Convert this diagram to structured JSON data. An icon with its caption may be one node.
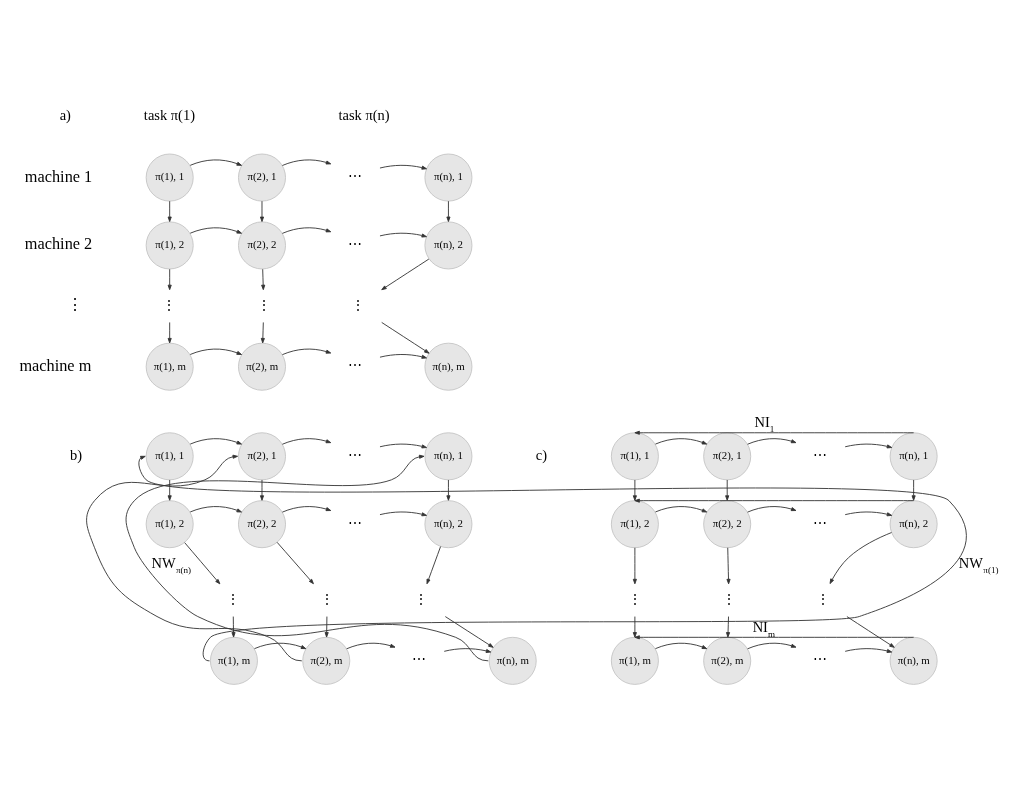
{
  "diagram": {
    "nodes": [
      {
        "text": [
          "π(1), 1"
        ]
      },
      {
        "text": [
          "π(2), 1"
        ]
      },
      {
        "text": [
          "⋯"
        ]
      },
      {
        "text": [
          "π(n), 1"
        ]
      },
      {
        "text": [
          "π(1), 2"
        ]
      },
      {
        "text": [
          "π(2), 2"
        ]
      },
      {
        "text": [
          "⋯"
        ]
      },
      {
        "text": [
          "π(n), 2"
        ]
      },
      {
        "text": [
          "⋮"
        ]
      },
      {
        "text": [
          "⋮"
        ]
      },
      {
        "text": [
          "⋮"
        ]
      },
      {
        "text": [
          "π(1), m"
        ]
      },
      {
        "text": [
          "π(2), m"
        ]
      },
      {
        "text": [
          "⋯"
        ]
      },
      {
        "text": [
          "π(n), m"
        ]
      },
      {
        "text": [
          "π(1), 1"
        ]
      },
      {
        "text": [
          "π(2), 1"
        ]
      },
      {
        "text": [
          "⋯"
        ]
      },
      {
        "text": [
          "π(n), 1"
        ]
      },
      {
        "text": [
          "π(1), 2"
        ]
      },
      {
        "text": [
          "π(2), 2"
        ]
      },
      {
        "text": [
          "⋯"
        ]
      },
      {
        "text": [
          "π(n), 2"
        ]
      },
      {
        "text": [
          "⋮"
        ]
      },
      {
        "text": [
          "⋮"
        ]
      },
      {
        "text": [
          "⋮"
        ]
      },
      {
        "text": [
          "π(1), m"
        ]
      },
      {
        "text": [
          "π(2), m"
        ]
      },
      {
        "text": [
          "⋯"
        ]
      },
      {
        "text": [
          "π(n), m"
        ]
      },
      {
        "text": [
          "π(1), 1"
        ]
      },
      {
        "text": [
          "π(2), 1"
        ]
      },
      {
        "text": [
          "⋯"
        ]
      },
      {
        "text": [
          "π(n), 1"
        ]
      },
      {
        "text": [
          "π(1), 2"
        ]
      },
      {
        "text": [
          "π(2), 2"
        ]
      },
      {
        "text": [
          "⋯"
        ]
      },
      {
        "text": [
          "π(n), 2"
        ]
      },
      {
        "text": [
          "⋮"
        ]
      },
      {
        "text": [
          "⋮"
        ]
      },
      {
        "text": [
          "⋮"
        ]
      },
      {
        "text": [
          "π(1), m"
        ]
      },
      {
        "text": [
          "π(2), m"
        ]
      },
      {
        "text": [
          "⋯"
        ]
      },
      {
        "text": [
          "π(n), m"
        ]
      }
    ],
    "edges": [
      {
        "from": 0,
        "to": 1,
        "arrow": "to"
      },
      {
        "from": 1,
        "to": 2,
        "arrow": "to"
      },
      {
        "from": 2,
        "to": 3,
        "arrow": "to"
      },
      {
        "from": 4,
        "to": 5,
        "arrow": "to"
      },
      {
        "from": 5,
        "to": 6,
        "arrow": "to"
      },
      {
        "from": 6,
        "to": 7,
        "arrow": "to"
      },
      {
        "from": 11,
        "to": 12,
        "arrow": "to"
      },
      {
        "from": 12,
        "to": 13,
        "arrow": "to"
      },
      {
        "from": 13,
        "to": 14,
        "arrow": "to"
      },
      {
        "from": 0,
        "to": 4,
        "arrow": "to"
      },
      {
        "from": 4,
        "to": 8,
        "arrow": "to"
      },
      {
        "from": 8,
        "to": 11,
        "arrow": "to"
      },
      {
        "from": 1,
        "to": 5,
        "arrow": "to"
      },
      {
        "from": 5,
        "to": 9,
        "arrow": "to"
      },
      {
        "from": 9,
        "to": 12,
        "arrow": "to"
      },
      {
        "from": 3,
        "to": 7,
        "arrow": "to"
      },
      {
        "from": 7,
        "to": 10,
        "arrow": "to"
      },
      {
        "from": 10,
        "to": 14,
        "arrow": "to"
      },
      {
        "from": 15,
        "to": 16,
        "arrow": "to"
      },
      {
        "from": 16,
        "to": 17,
        "arrow": "to"
      },
      {
        "from": 17,
        "to": 18,
        "arrow": "to"
      },
      {
        "from": 19,
        "to": 20,
        "arrow": "to"
      },
      {
        "from": 20,
        "to": 21,
        "arrow": "to"
      },
      {
        "from": 21,
        "to": 22,
        "arrow": "to"
      },
      {
        "from": 26,
        "to": 27,
        "arrow": "to"
      },
      {
        "from": 27,
        "to": 28,
        "arrow": "to"
      },
      {
        "from": 28,
        "to": 29,
        "arrow": "to"
      },
      {
        "from": 15,
        "to": 19,
        "arrow": "to"
      },
      {
        "from": 19,
        "to": 23,
        "arrow": "to"
      },
      {
        "from": 23,
        "to": 26,
        "arrow": "to"
      },
      {
        "from": 16,
        "to": 20,
        "arrow": "to"
      },
      {
        "from": 20,
        "to": 24,
        "arrow": "to"
      },
      {
        "from": 24,
        "to": 27,
        "arrow": "to"
      },
      {
        "from": 18,
        "to": 22,
        "arrow": "to"
      },
      {
        "from": 22,
        "to": 25,
        "arrow": "to"
      },
      {
        "from": 25,
        "to": 29,
        "arrow": "to"
      },
      {
        "from": 26,
        "to": 15,
        "arrow": "to",
        "label": "NW$_{π(1)}$"
      },
      {
        "from": 27,
        "to": 16,
        "arrow": "to"
      },
      {
        "from": 29,
        "to": 18,
        "arrow": "to",
        "label": "NW$_{π(n)}$"
      },
      {
        "from": 30,
        "to": 31,
        "arrow": "to"
      },
      {
        "from": 31,
        "to": 32,
        "arrow": "to"
      },
      {
        "from": 32,
        "to": 33,
        "arrow": "to"
      },
      {
        "from": 34,
        "to": 35,
        "arrow": "to"
      },
      {
        "from": 35,
        "to": 36,
        "arrow": "to"
      },
      {
        "from": 36,
        "to": 37,
        "arrow": "to"
      },
      {
        "from": 41,
        "to": 42,
        "arrow": "to"
      },
      {
        "from": 42,
        "to": 43,
        "arrow": "to"
      },
      {
        "from": 43,
        "to": 44,
        "arrow": "to"
      },
      {
        "from": 30,
        "to": 34,
        "arrow": "to"
      },
      {
        "from": 34,
        "to": 38,
        "arrow": "to"
      },
      {
        "from": 38,
        "to": 41,
        "arrow": "to"
      },
      {
        "from": 31,
        "to": 35,
        "arrow": "to"
      },
      {
        "from": 35,
        "to": 39,
        "arrow": "to"
      },
      {
        "from": 39,
        "to": 42,
        "arrow": "to"
      },
      {
        "from": 33,
        "to": 37,
        "arrow": "to"
      },
      {
        "from": 37,
        "to": 40,
        "arrow": "to"
      },
      {
        "from": 40,
        "to": 44,
        "arrow": "to"
      },
      {
        "from": 33,
        "to": 30,
        "arrow": "to",
        "label": "NI$_{1}$"
      },
      {
        "from": 37,
        "to": 34,
        "arrow": "to"
      },
      {
        "from": 44,
        "to": 41,
        "arrow": "to",
        "label": "NI$_{m}$"
      }
    ],
    "labels": [
      "a)",
      "task π(1)",
      "task π(n)",
      "machine 1",
      "machine 2",
      "⋮",
      "machine m",
      "b)",
      "c)"
    ]
  }
}
